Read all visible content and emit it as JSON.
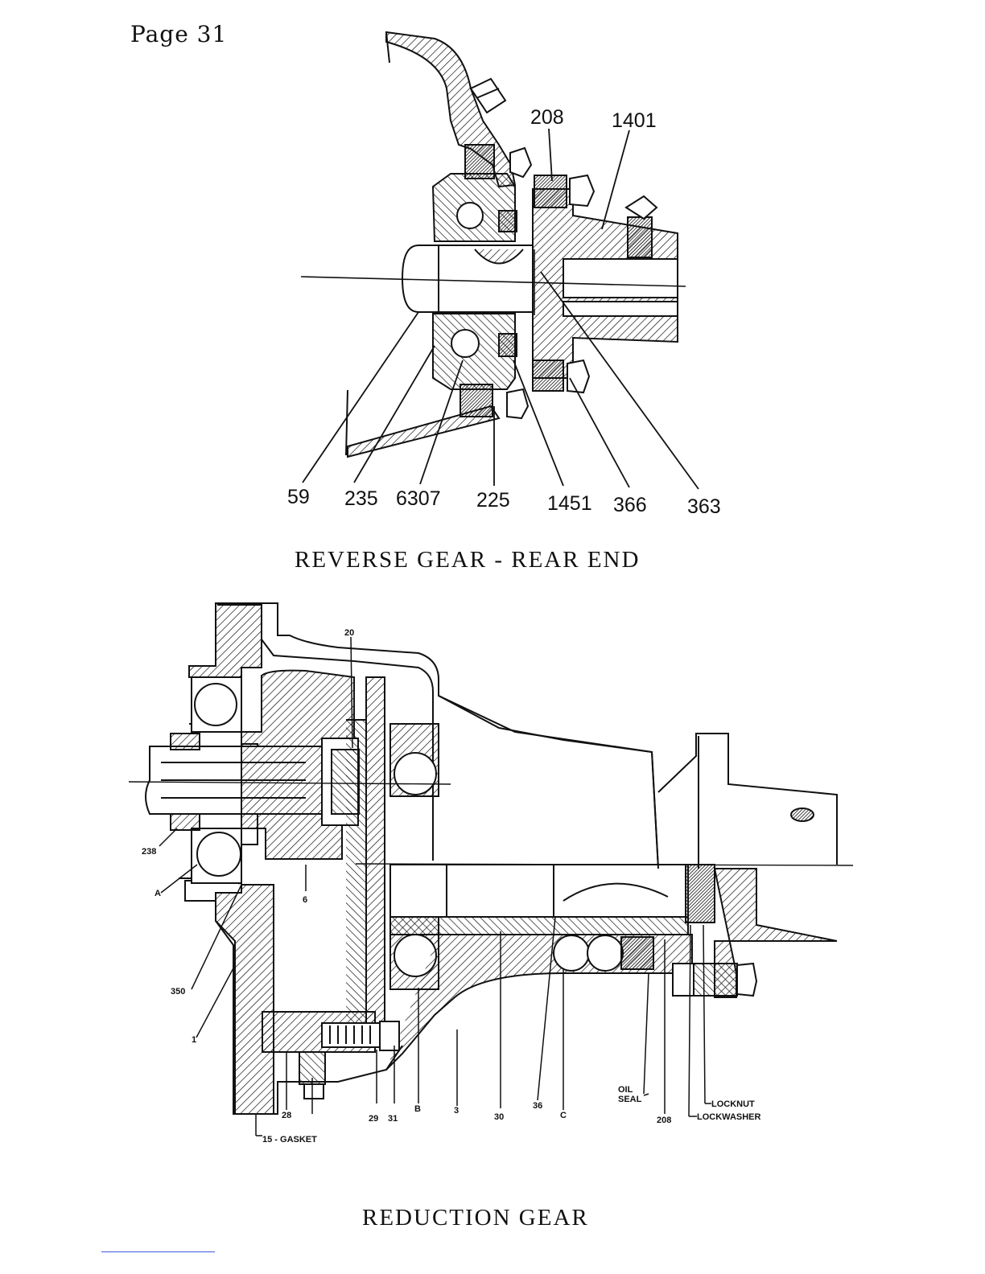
{
  "page_number": "Page 31",
  "figures": {
    "reverse_gear": {
      "caption": "REVERSE GEAR - REAR END",
      "callouts": [
        "59",
        "235",
        "6307",
        "225",
        "1451",
        "366",
        "363",
        "208",
        "1401"
      ]
    },
    "reduction_gear": {
      "caption": "REDUCTION GEAR",
      "callouts": {
        "c20": "20",
        "c6": "6",
        "c238": "238",
        "cA": "A",
        "c350": "350",
        "c1": "1",
        "c28": "28",
        "c15": "15 - GASKET",
        "c29": "29",
        "c31": "31",
        "cB": "B",
        "c3": "3",
        "c30": "30",
        "c36": "36",
        "cC": "C",
        "c_oil1": "OIL",
        "c_oil2": "SEAL",
        "c208": "208",
        "c_locknut": "LOCKNUT",
        "c_lockwasher": "LOCKWASHER"
      }
    }
  }
}
